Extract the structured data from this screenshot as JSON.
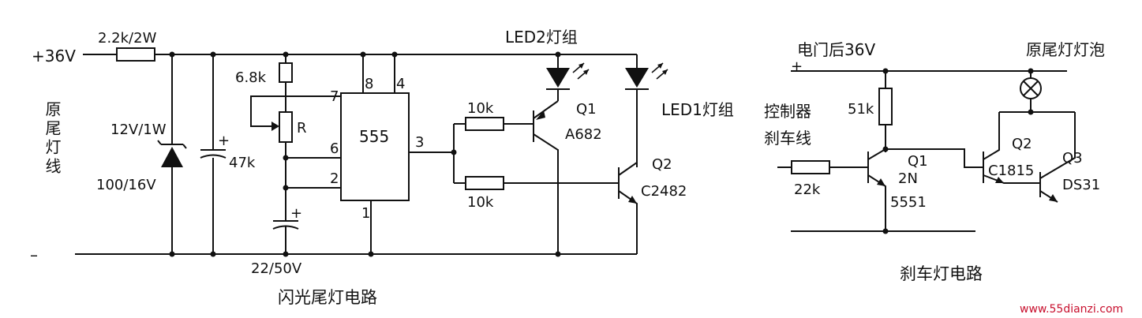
{
  "left": {
    "supply_label": "+36V",
    "minus_label": "–",
    "r_series": "2.2k/2W",
    "tail_line": "原尾灯线",
    "zener": "12V/1W",
    "cap_main_voltage": "100/16V",
    "cap_47k": "47k",
    "r_top": "6.8k",
    "pot": "R",
    "cap_timing": "22/50V",
    "ic": "555",
    "pins": {
      "p1": "1",
      "p2": "2",
      "p3": "3",
      "p4": "4",
      "p6": "6",
      "p7": "7",
      "p8": "8"
    },
    "r_q1_base": "10k",
    "r_q2_base": "10k",
    "led2": "LED2灯组",
    "led1": "LED1灯组",
    "q1": "Q1",
    "q1_type": "A682",
    "q2": "Q2",
    "q2_type": "C2482",
    "caption": "闪光尾灯电路"
  },
  "right": {
    "supply_label": "电门后36V",
    "plus": "+",
    "lamp": "原尾灯灯泡",
    "r_pull": "51k",
    "ctrl_line1": "控制器",
    "ctrl_line2": "刹车线",
    "r_in": "22k",
    "q1": "Q1",
    "q1_type_a": "2N",
    "q1_type_b": "5551",
    "q2": "Q2",
    "q2_type": "C1815",
    "q3": "Q3",
    "q3_type": "DS31",
    "caption": "刹车灯电路"
  },
  "watermark": "www.55dianzi.com"
}
